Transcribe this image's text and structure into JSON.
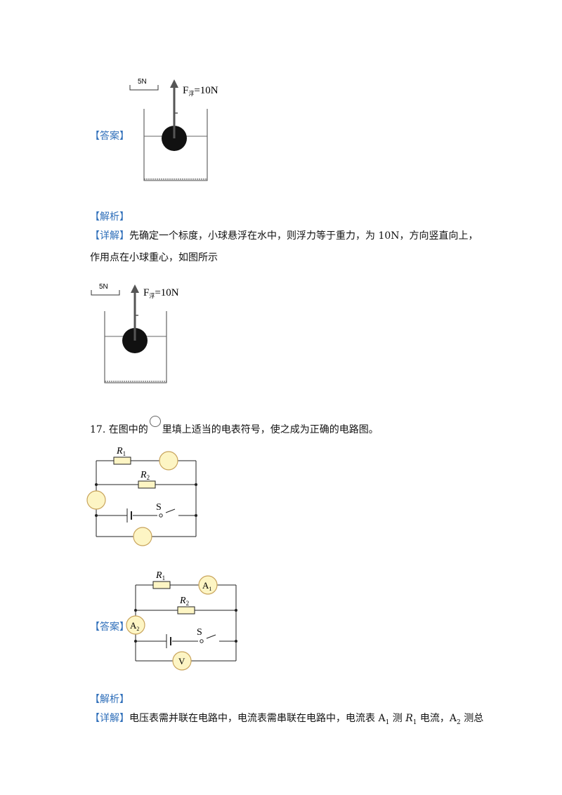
{
  "answer1": {
    "tag": "【答案】",
    "scale_label": "5N",
    "force_main": "F",
    "force_sub": "浮",
    "force_value": "=10N"
  },
  "analysis1": {
    "tag": "【解析】",
    "detail_tag": "【详解】",
    "line1": "先确定一个标度，小球悬浮在水中，则浮力等于重力，为 10N，方向竖直向上，",
    "line2": "作用点在小球重心，如图所示"
  },
  "figure2": {
    "scale_label": "5N",
    "force_main": "F",
    "force_sub": "浮",
    "force_value": "=10N"
  },
  "question17": {
    "number": "17.",
    "text_before": "在图中的",
    "text_after": "里填上适当的电表符号，使之成为正确的电路图。",
    "r1_main": "R",
    "r1_sub": "1",
    "r2_main": "R",
    "r2_sub": "2",
    "switch": "S"
  },
  "answer17": {
    "tag": "【答案】",
    "r1_main": "R",
    "r1_sub": "1",
    "r2_main": "R",
    "r2_sub": "2",
    "switch": "S",
    "meter_a1_main": "A",
    "meter_a1_sub": "1",
    "meter_a2_main": "A",
    "meter_a2_sub": "2",
    "meter_v": "V"
  },
  "analysis17": {
    "tag": "【解析】",
    "detail_tag": "【详解】",
    "p1": "电压表需并联在电路中，电流表需串联在电路中，电流表 A",
    "p1_sub": "1",
    "p2": " 测 ",
    "p3_main": "R",
    "p3_sub": "1",
    "p4": " 电流，A",
    "p4_sub": "2",
    "p5": " 测总"
  },
  "colors": {
    "tag": "#2f6fba",
    "meter_fill": "#fdf5c4",
    "meter_stroke": "#c8a35a",
    "arrow": "#555555"
  }
}
